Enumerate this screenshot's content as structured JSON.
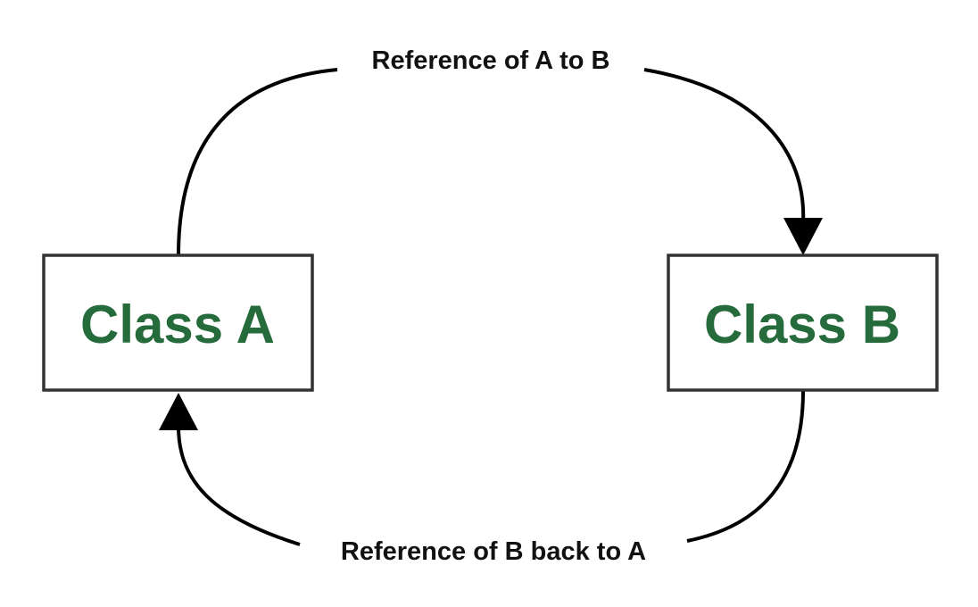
{
  "diagram": {
    "nodes": {
      "class_a": {
        "label": "Class A"
      },
      "class_b": {
        "label": "Class B"
      }
    },
    "edges": {
      "a_to_b": {
        "label": "Reference of A to B"
      },
      "b_to_a": {
        "label": "Reference of B back to A"
      }
    }
  },
  "colors": {
    "node_text": "#256b3b",
    "node_border": "#333333",
    "edge": "#000000",
    "edge_text": "#111111",
    "background": "#ffffff"
  }
}
